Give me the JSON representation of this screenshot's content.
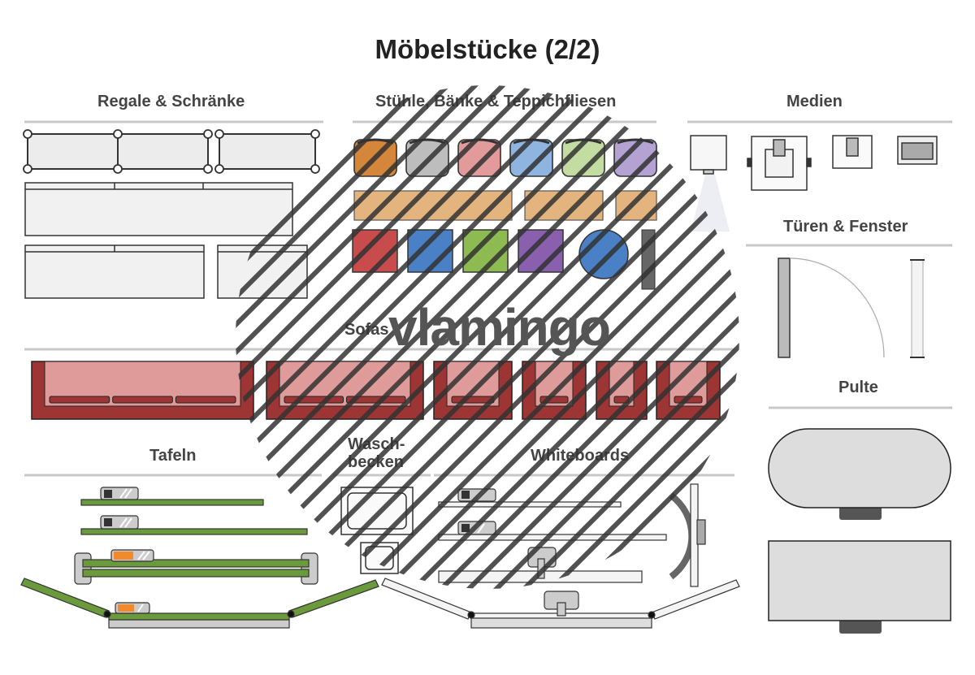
{
  "title": "Möbelstücke (2/2)",
  "sections": {
    "regale": "Regale & Schränke",
    "stuehle": "Stühle, Bänke & Teppichfliesen",
    "medien": "Medien",
    "tueren": "Türen & Fenster",
    "sofas": "Sofas",
    "pulte": "Pulte",
    "tafeln": "Tafeln",
    "waschbecken_line1": "Wasch-",
    "waschbecken_line2": "becken",
    "whiteboards": "Whiteboards"
  },
  "brand": "vlamingo",
  "colors": {
    "chairs": [
      "#d4863a",
      "#bdbdbd",
      "#e29a9a",
      "#8fb4e0",
      "#c2dca2",
      "#b3a2d2"
    ],
    "tiles": [
      "#c84c4c",
      "#4a80c6",
      "#8dbb52",
      "#8a5fae",
      "#4a80c6"
    ],
    "bench": "#e3b47e",
    "sofa_frame": "#9e3535",
    "sofa_fill": "#df9a9a",
    "board_green": "#6a9a3c",
    "marker": "#f08a2c",
    "hatch": "#333333"
  },
  "icons": [
    "beamer-icon",
    "ceiling-projector-icon",
    "camera-icon",
    "monitor-icon",
    "door-icon",
    "window-icon",
    "sink-icon",
    "eraser-icon"
  ]
}
